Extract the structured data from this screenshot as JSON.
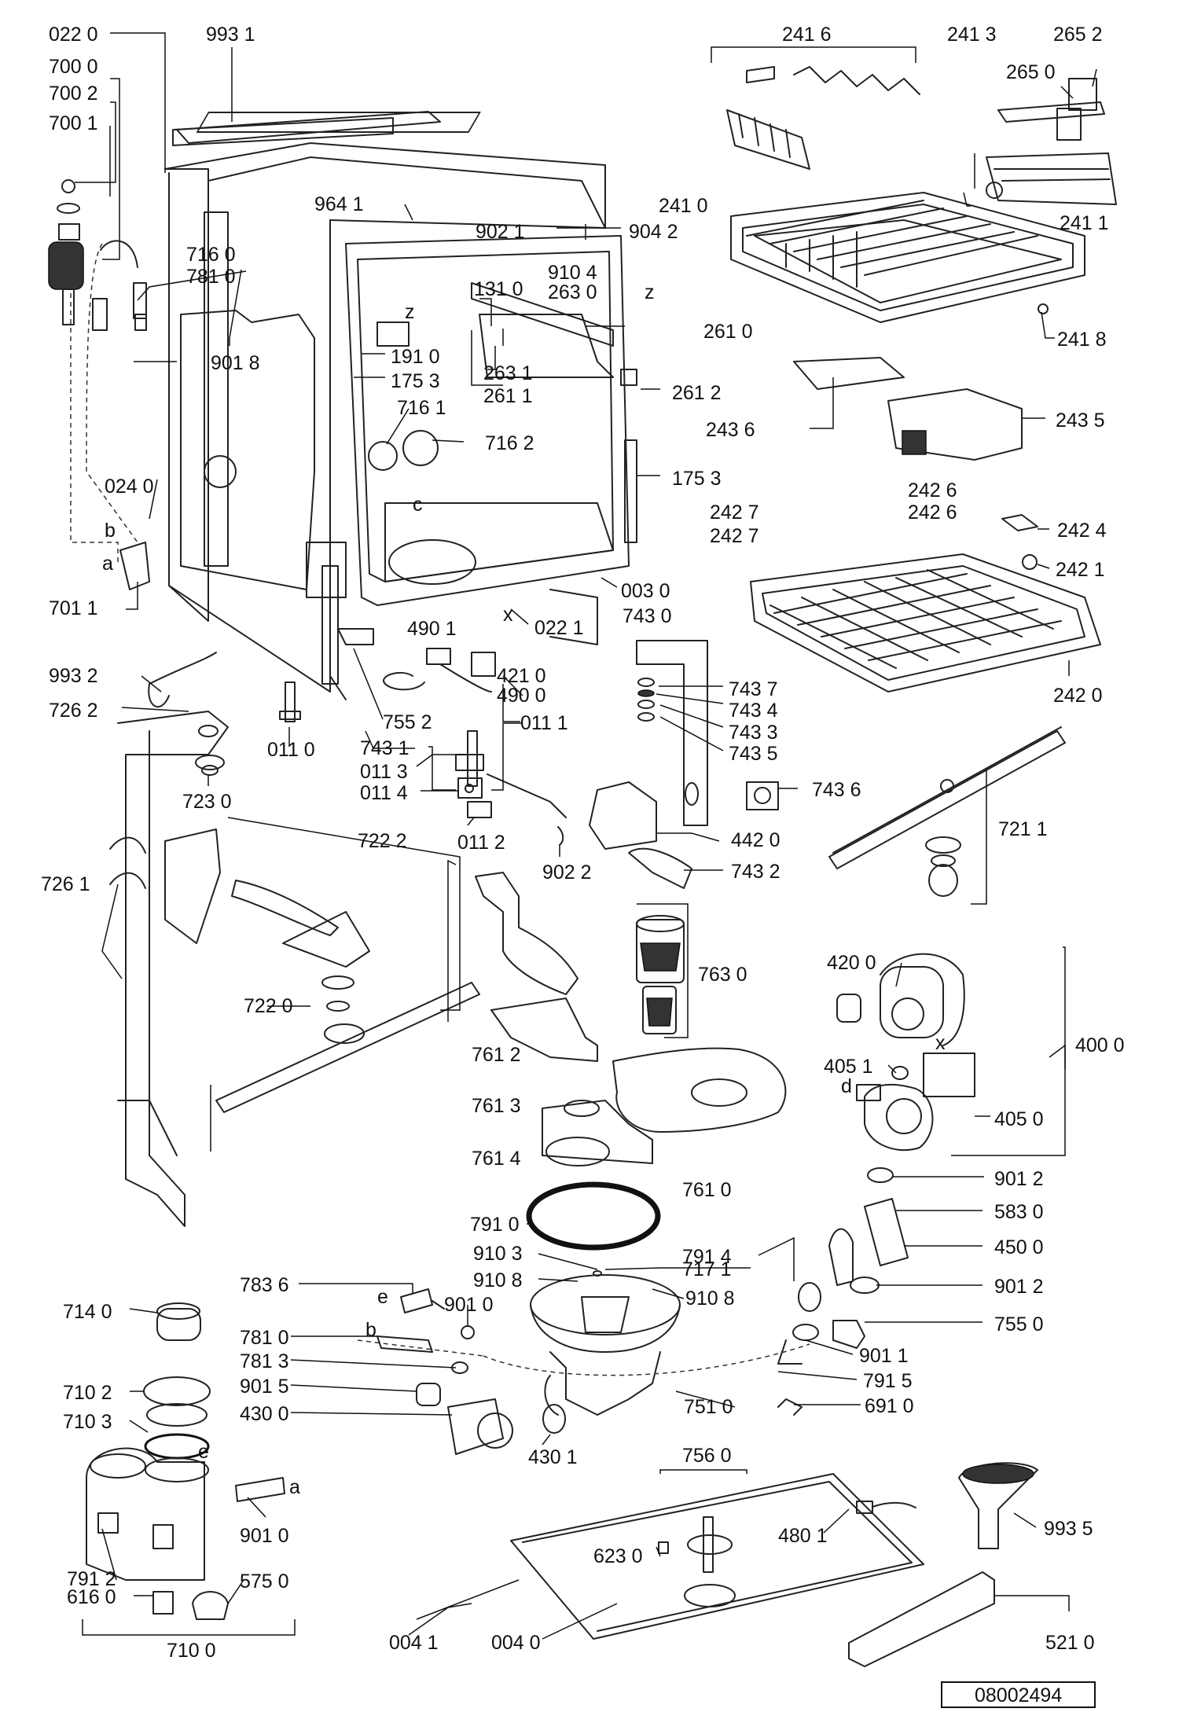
{
  "doc_number": "08002494",
  "letters": [
    "a",
    "b",
    "c",
    "d",
    "e",
    "x",
    "z"
  ],
  "callouts": [
    "022 0",
    "993 1",
    "700 0",
    "700 2",
    "700 1",
    "964 1",
    "902 1",
    "904 2",
    "910 4",
    "716 0",
    "781 0",
    "131 0",
    "263 0",
    "261 0",
    "901 8",
    "263 1",
    "261 1",
    "261 2",
    "191 0",
    "175 3",
    "716 1",
    "716 2",
    "175 3",
    "024 0",
    "701 1",
    "003 0",
    "022 1",
    "490 1",
    "421 0",
    "490 0",
    "993 2",
    "755 2",
    "726 2",
    "011 0",
    "743 1",
    "011 1",
    "011 3",
    "011 4",
    "011 2",
    "902 2",
    "723 0",
    "722 2",
    "726 1",
    "722 0",
    "743 0",
    "743 7",
    "743 4",
    "743 3",
    "743 5",
    "743 6",
    "442 0",
    "743 2",
    "241 6",
    "241 3",
    "265 2",
    "265 0",
    "241 0",
    "241 1",
    "241 8",
    "243 6",
    "243 5",
    "242 6",
    "242 7",
    "242 6",
    "242 7",
    "242 4",
    "242 1",
    "242 0",
    "721 1",
    "763 0",
    "761 2",
    "761 3",
    "761 4",
    "761 0",
    "420 0",
    "405 1",
    "405 0",
    "400 0",
    "901 2",
    "583 0",
    "450 0",
    "901 2",
    "755 0",
    "791 0",
    "791 4",
    "910 3",
    "910 8",
    "717 1",
    "910 8",
    "783 6",
    "901 0",
    "781 0",
    "781 3",
    "901 5",
    "430 0",
    "430 1",
    "751 0",
    "901 1",
    "791 5",
    "691 0",
    "714 0",
    "710 2",
    "710 3",
    "756 0",
    "623 0",
    "480 1",
    "993 5",
    "901 0",
    "791 2",
    "575 0",
    "616 0",
    "710 0",
    "004 1",
    "004 0",
    "521 0"
  ]
}
